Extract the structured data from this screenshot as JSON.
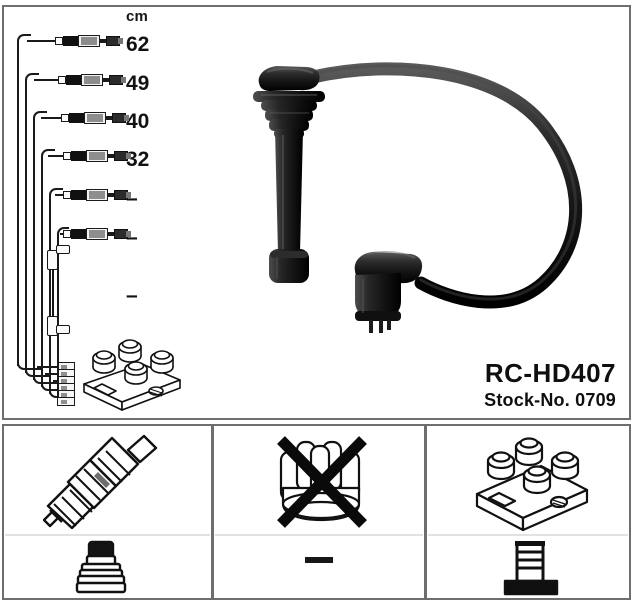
{
  "product": {
    "code": "RC-HD407",
    "stock_label": "Stock-No. 0709"
  },
  "measurements": {
    "unit_header": "cm",
    "rows": [
      {
        "index": 1,
        "label": "62"
      },
      {
        "index": 2,
        "label": "49"
      },
      {
        "index": 3,
        "label": "40"
      },
      {
        "index": 4,
        "label": "32"
      },
      {
        "index": 5,
        "label": "–"
      },
      {
        "index": 6,
        "label": "–"
      },
      {
        "index": 7,
        "label": "–"
      }
    ]
  },
  "diagram": {
    "cable_set_name": "ignition-cable-set",
    "main_photo_alt": "ignition-cable-with-straight-plug-boot-and-right-angle-coil-connector",
    "coil_pack_alt": "four-tower-ignition-coil-pack"
  },
  "panels": [
    {
      "id": "panel-left",
      "top_item": "spark-plug",
      "bottom_item": "plug-boot-connector",
      "top_label": "",
      "bottom_label": ""
    },
    {
      "id": "panel-mid",
      "top_item": "distributor-cap-crossed-out",
      "bottom_item": "dash",
      "top_label": "",
      "bottom_label": "–"
    },
    {
      "id": "panel-right",
      "top_item": "ignition-coil-pack",
      "bottom_item": "coil-terminal-connector",
      "top_label": "",
      "bottom_label": ""
    }
  ],
  "colors": {
    "ink": "#111111",
    "frame": "#6e6e6e",
    "metal": "#8d8d8d",
    "paper": "#ffffff"
  }
}
